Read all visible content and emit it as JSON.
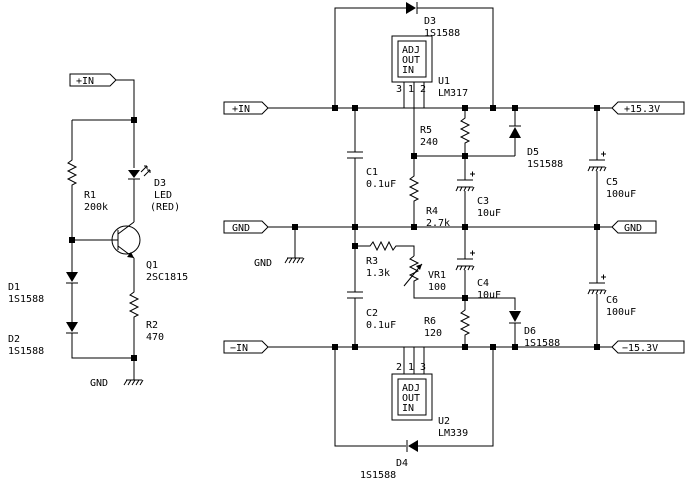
{
  "ports": {
    "in_left": "+IN",
    "in_right": "+IN",
    "gnd_left": "GND",
    "gnd_right": "GND",
    "minus_in": "−IN",
    "out_pos": "+15.3V",
    "out_neg": "−15.3V"
  },
  "gnd_labels": {
    "left": "GND",
    "mid": "GND"
  },
  "components": {
    "r1": {
      "ref": "R1",
      "value": "200k"
    },
    "r2": {
      "ref": "R2",
      "value": "470"
    },
    "d1": {
      "ref": "D1",
      "value": "1S1588"
    },
    "d2": {
      "ref": "D2",
      "value": "1S1588"
    },
    "d3_led": {
      "ref": "D3",
      "value": "LED",
      "note": "(RED)"
    },
    "q1": {
      "ref": "Q1",
      "value": "2SC1815"
    },
    "d3": {
      "ref": "D3",
      "value": "1S1588"
    },
    "u1": {
      "ref": "U1",
      "value": "LM317",
      "pins": [
        "3",
        "1",
        "2"
      ],
      "chip_text": "ADJ\nOUT\nIN"
    },
    "r5": {
      "ref": "R5",
      "value": "240"
    },
    "d5": {
      "ref": "D5",
      "value": "1S1588"
    },
    "c1": {
      "ref": "C1",
      "value": "0.1uF"
    },
    "c3": {
      "ref": "C3",
      "value": "10uF"
    },
    "c5": {
      "ref": "C5",
      "value": "100uF"
    },
    "r4": {
      "ref": "R4",
      "value": "2.7k"
    },
    "r3": {
      "ref": "R3",
      "value": "1.3k"
    },
    "vr1": {
      "ref": "VR1",
      "value": "100"
    },
    "c4": {
      "ref": "C4",
      "value": "10uF"
    },
    "c2": {
      "ref": "C2",
      "value": "0.1uF"
    },
    "r6": {
      "ref": "R6",
      "value": "120"
    },
    "d6": {
      "ref": "D6",
      "value": "1S1588"
    },
    "c6": {
      "ref": "C6",
      "value": "100uF"
    },
    "u2": {
      "ref": "U2",
      "value": "LM339",
      "pins": [
        "2",
        "1",
        "3"
      ],
      "chip_text": "ADJ\nOUT\nIN"
    },
    "d4": {
      "ref": "D4",
      "value": "1S1588"
    }
  }
}
